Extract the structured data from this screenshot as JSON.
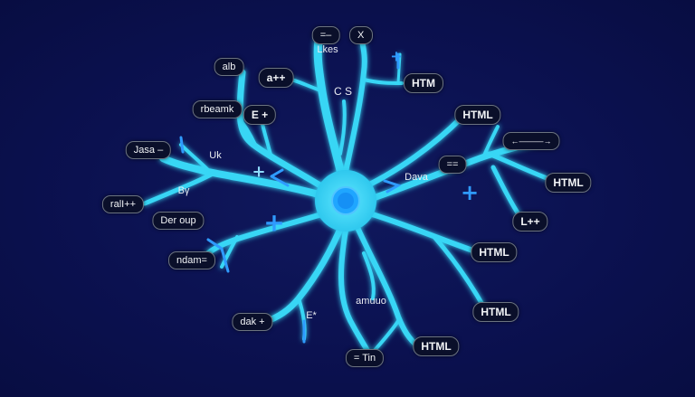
{
  "labels": {
    "top_left_box": "=–",
    "top_right_box": "X",
    "top_under": "Lkes",
    "alb": "alb",
    "a_pp": "a++",
    "cs": "C S",
    "htm": "HTM",
    "rbeamk": "rbeamk",
    "e_plus": "E +",
    "html_1": "HTML",
    "arrow_box": "←———→",
    "java": "Jasa –",
    "uk": "Uk",
    "dava": "Dava",
    "eq_box": "==",
    "rall": "ralI++",
    "by": "Bγ",
    "html_2": "HTML",
    "der_oup": "Der oup",
    "l_pp": "L++",
    "ndam": "ndam=",
    "html_3": "HTML",
    "amuuo": "amuuo",
    "html_4": "HTML",
    "dak": "dak +",
    "e_star": "E*",
    "html_5": "HTML",
    "tin": "= Tin"
  },
  "colors": {
    "background": "#0b1150",
    "neuron": "#37d6f5",
    "nucleus": "#1fa6ff",
    "accent_blue": "#2f9bff"
  }
}
